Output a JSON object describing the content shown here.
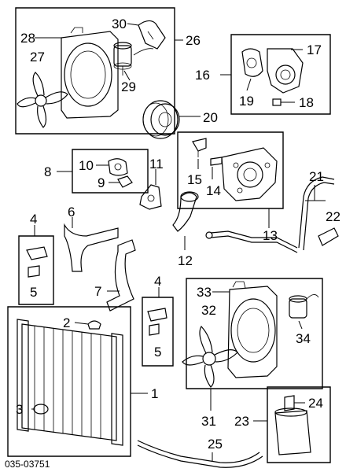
{
  "diagram_code": "035-03751",
  "callouts": {
    "c1": "1",
    "c2": "2",
    "c3": "3",
    "c4a": "4",
    "c4b": "4",
    "c5a": "5",
    "c5b": "5",
    "c6": "6",
    "c7": "7",
    "c8": "8",
    "c9": "9",
    "c10": "10",
    "c11": "11",
    "c12": "12",
    "c13": "13",
    "c14": "14",
    "c15": "15",
    "c16": "16",
    "c17": "17",
    "c18": "18",
    "c19": "19",
    "c20": "20",
    "c21": "21",
    "c22": "22",
    "c23": "23",
    "c24": "24",
    "c25": "25",
    "c26": "26",
    "c27": "27",
    "c28": "28",
    "c29": "29",
    "c30": "30",
    "c31": "31",
    "c32": "32",
    "c33": "33",
    "c34": "34"
  }
}
